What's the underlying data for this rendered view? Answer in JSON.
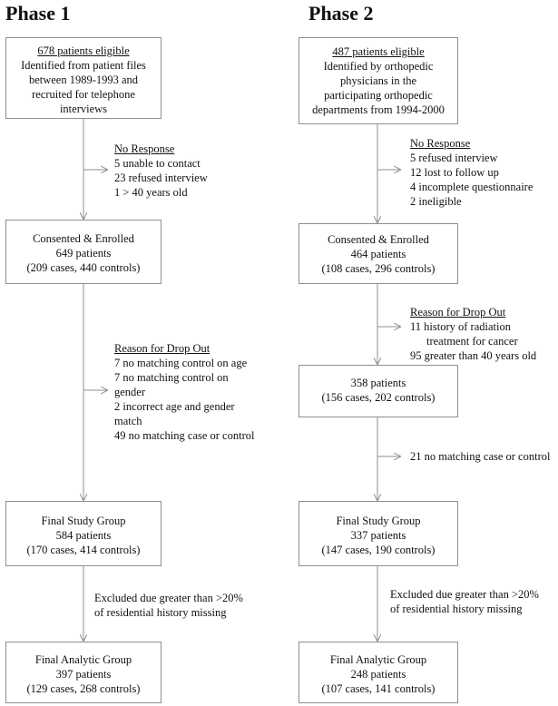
{
  "phase1": {
    "title": "Phase 1",
    "box1": {
      "head": "678 patients eligible",
      "lines": [
        "Identified from patient files",
        "between 1989-1993 and",
        "recruited for telephone",
        "interviews"
      ]
    },
    "note1": {
      "head": "No Response",
      "lines": [
        "5 unable to contact",
        "23 refused interview",
        "1 > 40 years old"
      ]
    },
    "box2": {
      "lines": [
        "Consented & Enrolled",
        "649 patients",
        "(209 cases, 440 controls)"
      ]
    },
    "note2": {
      "head": "Reason for Drop Out",
      "lines": [
        "7 no matching control on age",
        "7 no matching control on",
        "gender",
        "2 incorrect age and gender",
        "match",
        "49 no matching case or control"
      ]
    },
    "box3": {
      "lines": [
        "Final Study Group",
        "584 patients",
        "(170 cases, 414 controls)"
      ]
    },
    "note3": {
      "lines": [
        "Excluded due greater than >20%",
        "of residential history missing"
      ]
    },
    "box4": {
      "lines": [
        "Final Analytic Group",
        "397 patients",
        "(129 cases, 268 controls)"
      ]
    }
  },
  "phase2": {
    "title": "Phase 2",
    "box1": {
      "head": "487 patients eligible",
      "lines": [
        "Identified by orthopedic",
        "physicians in the",
        "participating orthopedic",
        "departments from 1994-2000"
      ]
    },
    "note1": {
      "head": "No Response",
      "lines": [
        "5 refused interview",
        "12 lost to follow up",
        "4 incomplete questionnaire",
        "2 ineligible"
      ]
    },
    "box2": {
      "lines": [
        "Consented & Enrolled",
        "464 patients",
        "(108 cases, 296 controls)"
      ]
    },
    "note2": {
      "head": "Reason for Drop Out",
      "lines": [
        "11 history of radiation",
        "treatment for cancer",
        "95 greater than 40 years old"
      ]
    },
    "box3": {
      "lines": [
        "358 patients",
        "(156 cases, 202 controls)"
      ]
    },
    "note3": {
      "lines": [
        "21 no matching case or control"
      ]
    },
    "box4": {
      "lines": [
        "Final Study Group",
        "337 patients",
        "(147 cases, 190 controls)"
      ]
    },
    "note4": {
      "lines": [
        "Excluded due greater than >20%",
        "of residential history missing"
      ]
    },
    "box5": {
      "lines": [
        "Final Analytic Group",
        "248 patients",
        "(107 cases, 141 controls)"
      ]
    }
  }
}
